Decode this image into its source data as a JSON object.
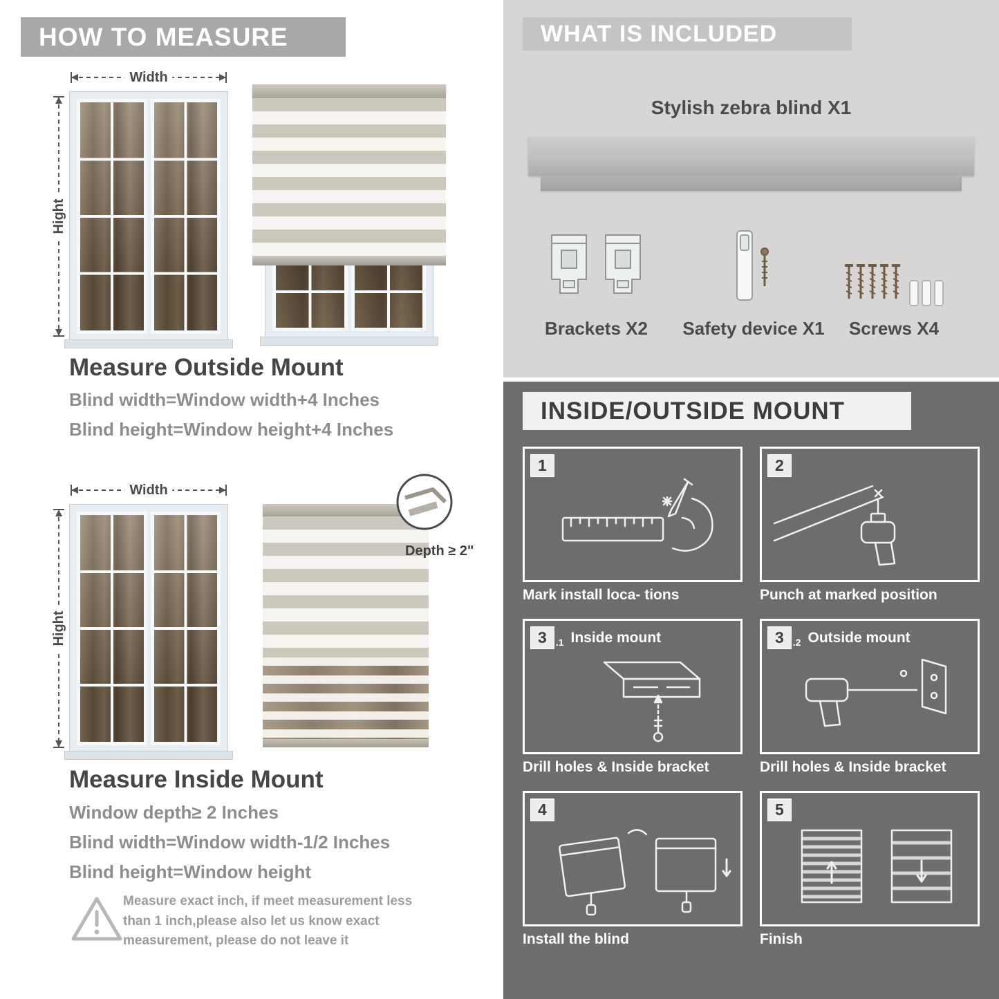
{
  "colors": {
    "header_gray": "#a8a8a8",
    "included_bg": "#d7d6d4",
    "included_banner": "#c5c4c2",
    "mount_bg": "#6d6d6d",
    "heading_text": "#454545",
    "formula_text": "#8d8d8d"
  },
  "icons": [
    "width-arrow-icon",
    "height-arrow-icon",
    "depth-zoom-icon",
    "warning-triangle-icon",
    "bracket-icon",
    "safety-device-icon",
    "screws-icon"
  ],
  "how_to_measure": {
    "header": "HOW TO MEASURE",
    "width_label": "Width",
    "height_label": "Hight",
    "outside": {
      "title": "Measure Outside Mount",
      "lines": [
        "Blind width=Window width+4 Inches",
        "Blind height=Window height+4 Inches"
      ]
    },
    "inside": {
      "depth_note": "Depth ≥ 2\"",
      "title": "Measure Inside Mount",
      "lines": [
        "Window depth≥ 2 Inches",
        "Blind width=Window width-1/2 Inches",
        "Blind height=Window height"
      ]
    },
    "warning_text": "Measure exact inch, if meet measurement less than 1 inch,please also let us know exact measurement, please do not leave it"
  },
  "included": {
    "header": "WHAT IS INCLUDED",
    "product_label": "Stylish zebra blind X1",
    "items": [
      {
        "label": "Brackets X2"
      },
      {
        "label": "Safety device X1"
      },
      {
        "label": "Screws X4"
      }
    ]
  },
  "mount": {
    "header": "INSIDE/OUTSIDE MOUNT",
    "steps": [
      {
        "num": "1",
        "sub": "",
        "title": "",
        "caption": "Mark install loca- tions"
      },
      {
        "num": "2",
        "sub": "",
        "title": "",
        "caption": "Punch at  marked position"
      },
      {
        "num": "3",
        "sub": ".1",
        "title": "Inside mount",
        "caption": "Drill holes &  Inside bracket"
      },
      {
        "num": "3",
        "sub": ".2",
        "title": "Outside mount",
        "caption": "Drill holes &  Inside bracket"
      },
      {
        "num": "4",
        "sub": "",
        "title": "",
        "caption": "Install the blind"
      },
      {
        "num": "5",
        "sub": "",
        "title": "",
        "caption": "Finish"
      }
    ]
  }
}
